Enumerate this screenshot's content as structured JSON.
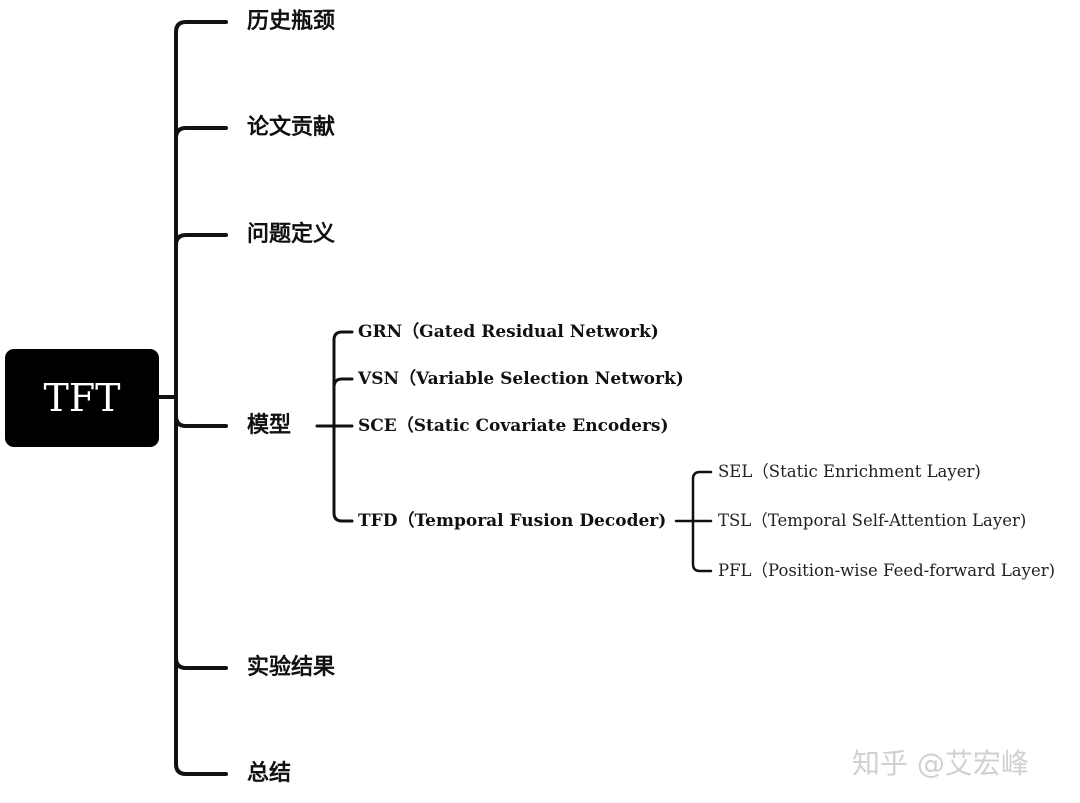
{
  "root": {
    "label": "TFT"
  },
  "branches": [
    {
      "label": "历史瓶颈"
    },
    {
      "label": "论文贡献"
    },
    {
      "label": "问题定义"
    },
    {
      "label": "模型"
    },
    {
      "label": "实验结果"
    },
    {
      "label": "总结"
    }
  ],
  "model_children": [
    {
      "label": "GRN（Gated Residual Network)"
    },
    {
      "label": "VSN（Variable Selection Network)"
    },
    {
      "label": "SCE（Static Covariate Encoders)"
    },
    {
      "label": "TFD（Temporal Fusion Decoder)"
    }
  ],
  "tfd_children": [
    {
      "label": "SEL（Static Enrichment Layer)"
    },
    {
      "label": "TSL（Temporal Self-Attention Layer)"
    },
    {
      "label": "PFL（Position-wise Feed-forward Layer)"
    }
  ],
  "watermark": "知乎 @艾宏峰",
  "colors": {
    "line": "#111111",
    "root_bg": "#000000",
    "root_text": "#ffffff"
  }
}
